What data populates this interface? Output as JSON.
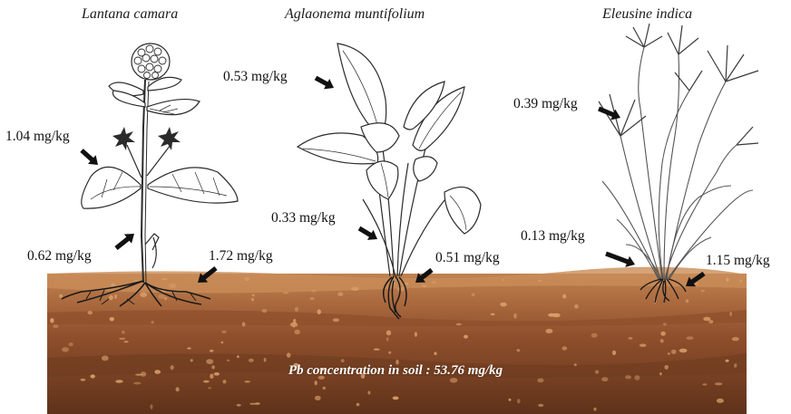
{
  "plants": [
    {
      "name": "Lantana camara",
      "labels": {
        "leaf": "1.04 mg/kg",
        "stem": "0.62 mg/kg",
        "root": "1.72 mg/kg"
      }
    },
    {
      "name": "Aglaonema muntifolium",
      "labels": {
        "leaf": "0.53 mg/kg",
        "stem": "0.33 mg/kg",
        "root": "0.51 mg/kg"
      }
    },
    {
      "name": "Eleusine indica",
      "labels": {
        "leaf": "0.39 mg/kg",
        "stem": "0.13 mg/kg",
        "root": "1.15 mg/kg"
      }
    }
  ],
  "soil": {
    "caption": "Pb concentration in soil : 53.76 mg/kg"
  },
  "colors": {
    "soil_top": "#b9774b",
    "soil_mid": "#9c5a33",
    "soil_dark": "#6e3c20",
    "soil_deep": "#854a28",
    "pebble": "#d9a06a",
    "arrow": "#111111",
    "plant_line": "#2b2b2b"
  }
}
